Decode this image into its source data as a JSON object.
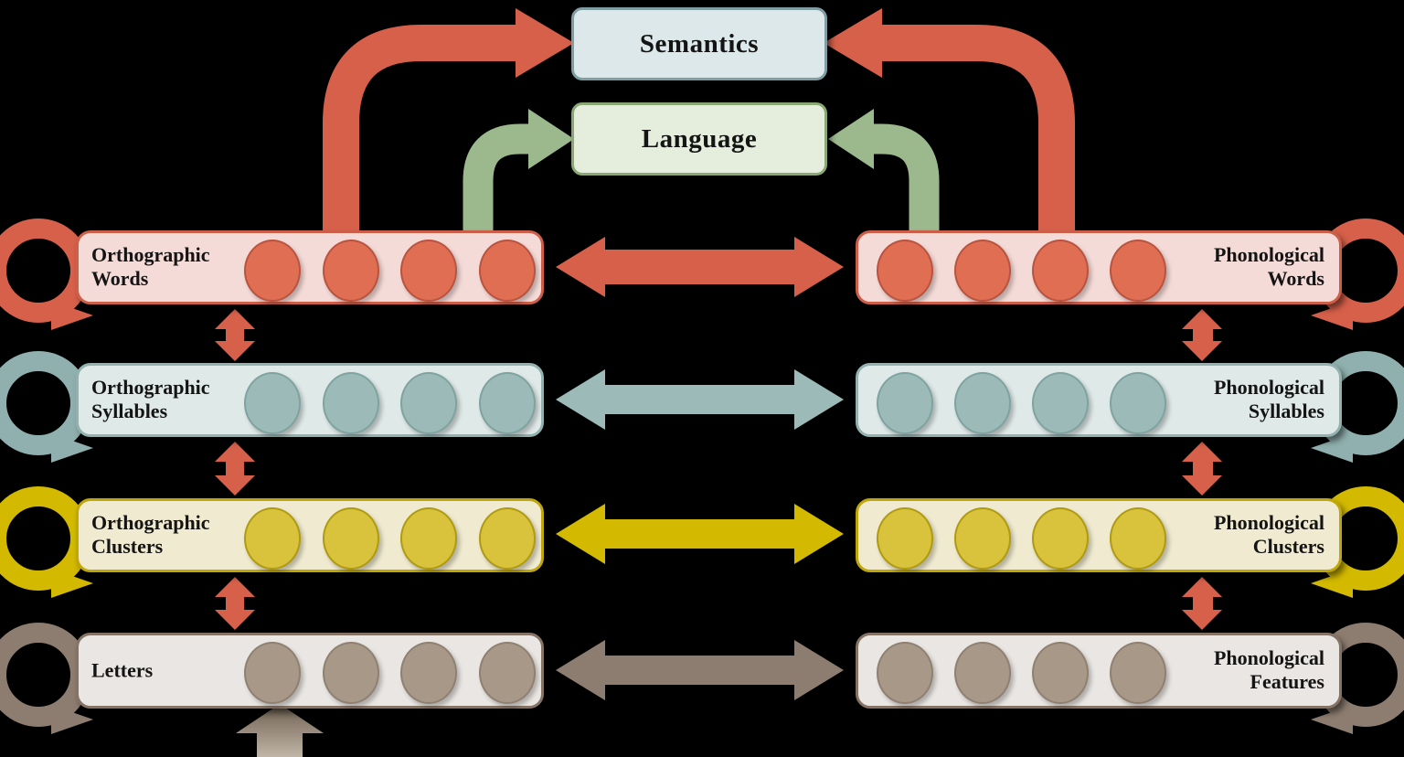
{
  "top_boxes": {
    "semantics": "Semantics",
    "language": "Language"
  },
  "levels": [
    {
      "left": "Orthographic\nWords",
      "right": "Phonological\nWords",
      "accent": "salmon-red"
    },
    {
      "left": "Orthographic\nSyllables",
      "right": "Phonological\nSyllables",
      "accent": "teal"
    },
    {
      "left": "Orthographic\nClusters",
      "right": "Phonological\nClusters",
      "accent": "yellow"
    },
    {
      "left": "Letters",
      "right": "Phonological\nFeatures",
      "accent": "taupe"
    }
  ],
  "units_per_box": 4,
  "icons": {
    "horizontal-double-arrow": "bidirectional link between left and right box of each level",
    "vertical-double-arrow": "bidirectional link between adjacent levels",
    "self-loop-ring": "recurrent loop on outer side of each box",
    "curved-arrow-red": "from Words level up into Semantics",
    "curved-arrow-green": "from Words level up into Language",
    "input-arrow-up": "upward input arrow into Letters box"
  },
  "colors": {
    "background": "#000000",
    "red": "#d6604a",
    "red_dark": "#b95340",
    "red_box_fill": "#f5dbd7",
    "red_box_border": "#cd5e48",
    "red_circle": "#e06e52",
    "teal": "#9cbab8",
    "teal_dark": "#7fa3a1",
    "teal_ring": "#8fb0ae",
    "teal_box_fill": "#dfe9e8",
    "teal_box_border": "#93b1af",
    "teal_circle": "#9cbab8",
    "yellow": "#d3ba00",
    "yellow_box_fill": "#efead0",
    "yellow_box_border": "#bfa70a",
    "yellow_circle": "#d9c33c",
    "yellow_circle_border": "#af9a10",
    "taupe": "#8d7d70",
    "taupe_box_fill": "#e9e6e3",
    "taupe_box_border": "#857466",
    "taupe_circle": "#a89888",
    "taupe_circle_border": "#8f8071",
    "green": "#9cb98e",
    "semantics_fill": "#dce8e9",
    "semantics_border": "#7f9da3",
    "language_fill": "#e5eedd",
    "language_border": "#8aa873",
    "taupe_grad_top": "#6e5f51",
    "taupe_grad_bottom": "#c0b5a6"
  }
}
